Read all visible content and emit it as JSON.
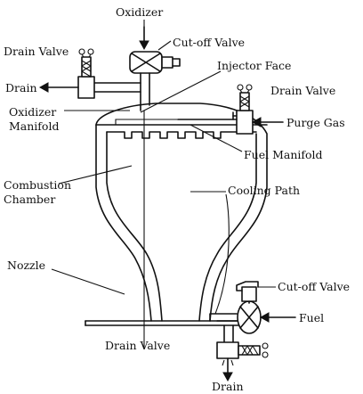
{
  "labels": {
    "oxidizer": "Oxidizer",
    "cutoff_valve_top": "Cut-off Valve",
    "drain_valve_left": "Drain Valve",
    "drain_left": "Drain",
    "injector_face": "Injector Face",
    "drain_valve_right": "Drain Valve",
    "oxidizer_manifold_line1": "Oxidizer",
    "oxidizer_manifold_line2": "Manifold",
    "purge_gas": "Purge Gas",
    "fuel_manifold": "Fuel Manifold",
    "combustion_chamber_line1": "Combustion",
    "combustion_chamber_line2": "Chamber",
    "cooling_path": "Cooling Path",
    "nozzle": "Nozzle",
    "cutoff_valve_bottom": "Cut-off Valve",
    "fuel": "Fuel",
    "drain_valve_bottom": "Drain Valve",
    "drain_bottom": "Drain"
  },
  "colors": {
    "line": "#111111",
    "background": "#ffffff"
  }
}
